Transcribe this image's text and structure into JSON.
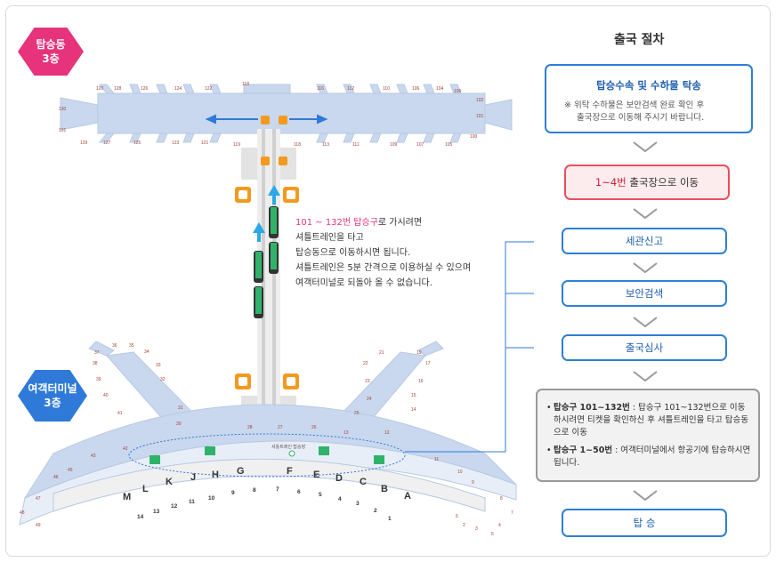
{
  "badges": {
    "concourse": "탑승동\n3층",
    "terminal": "여객터미널\n3층"
  },
  "map": {
    "gates_top": [
      "120",
      "128",
      "126",
      "124",
      "122",
      "118",
      "116",
      "112",
      "110",
      "106",
      "104",
      "130",
      "131",
      "129",
      "127",
      "125",
      "123",
      "121",
      "119",
      "113",
      "111",
      "109",
      "107",
      "105",
      "102",
      "101",
      "100"
    ],
    "gates_bottom": [
      "36",
      "35",
      "34",
      "33",
      "32",
      "31",
      "37",
      "38",
      "39",
      "40",
      "41",
      "42",
      "43",
      "44",
      "45",
      "46",
      "47",
      "48",
      "49",
      "50",
      "30",
      "29",
      "28",
      "27",
      "26",
      "25",
      "24",
      "23",
      "22",
      "21",
      "20",
      "19",
      "18",
      "17",
      "16",
      "15",
      "14",
      "13",
      "12",
      "11",
      "10",
      "9",
      "8",
      "7",
      "6",
      "5",
      "4",
      "3",
      "2",
      "1"
    ],
    "zones": [
      "M",
      "L",
      "K",
      "J",
      "H",
      "G",
      "F",
      "E",
      "D",
      "C",
      "B",
      "A"
    ],
    "rows": [
      "14",
      "13",
      "12",
      "11",
      "10",
      "9",
      "8",
      "7",
      "6",
      "5",
      "4",
      "3",
      "2",
      "1"
    ],
    "shuttle_label": "셔틀트레인 탑승장"
  },
  "note": {
    "hl": "101 ~ 132번 탑승구",
    "l1rest": "로 가시려면",
    "l2": "셔틀트레인을 타고",
    "l3": "탑승동으로 이동하시면 됩니다.",
    "l4": "셔틀트레인은 5분 간격으로 이용하실 수 있으며",
    "l5": "여객터미널로 되돌아 올 수 없습니다."
  },
  "flow": {
    "title": "출국 절차",
    "step1": {
      "title": "탑승수속 및 수하물 탁송",
      "sub1": "※ 위탁 수하물은 보안검색 완료 확인 후",
      "sub2": "출국장으로 이동해 주시기 바랍니다."
    },
    "step2": {
      "red": "1~4번",
      "rest": " 출국장으로 이동"
    },
    "step3": "세관신고",
    "step4": "보안검색",
    "step5": "출국심사",
    "step6": {
      "b1": "탑승구 101~132번",
      "t1": " : 탑승구 101~132번으로 이동하시려면 티켓을 확인하신 후 셔틀트레인을 타고 탑승동으로 이동",
      "b2": "탑승구 1~50번",
      "t2": " : 여객터미널에서 항공기에 탑승하시면 됩니다."
    },
    "step7": "탑 승"
  },
  "colors": {
    "accent": "#2d7fd6",
    "pink": "#e6337b",
    "red": "#e7505f",
    "building": "#c9d8ee",
    "zone": "#f4f4f4"
  }
}
